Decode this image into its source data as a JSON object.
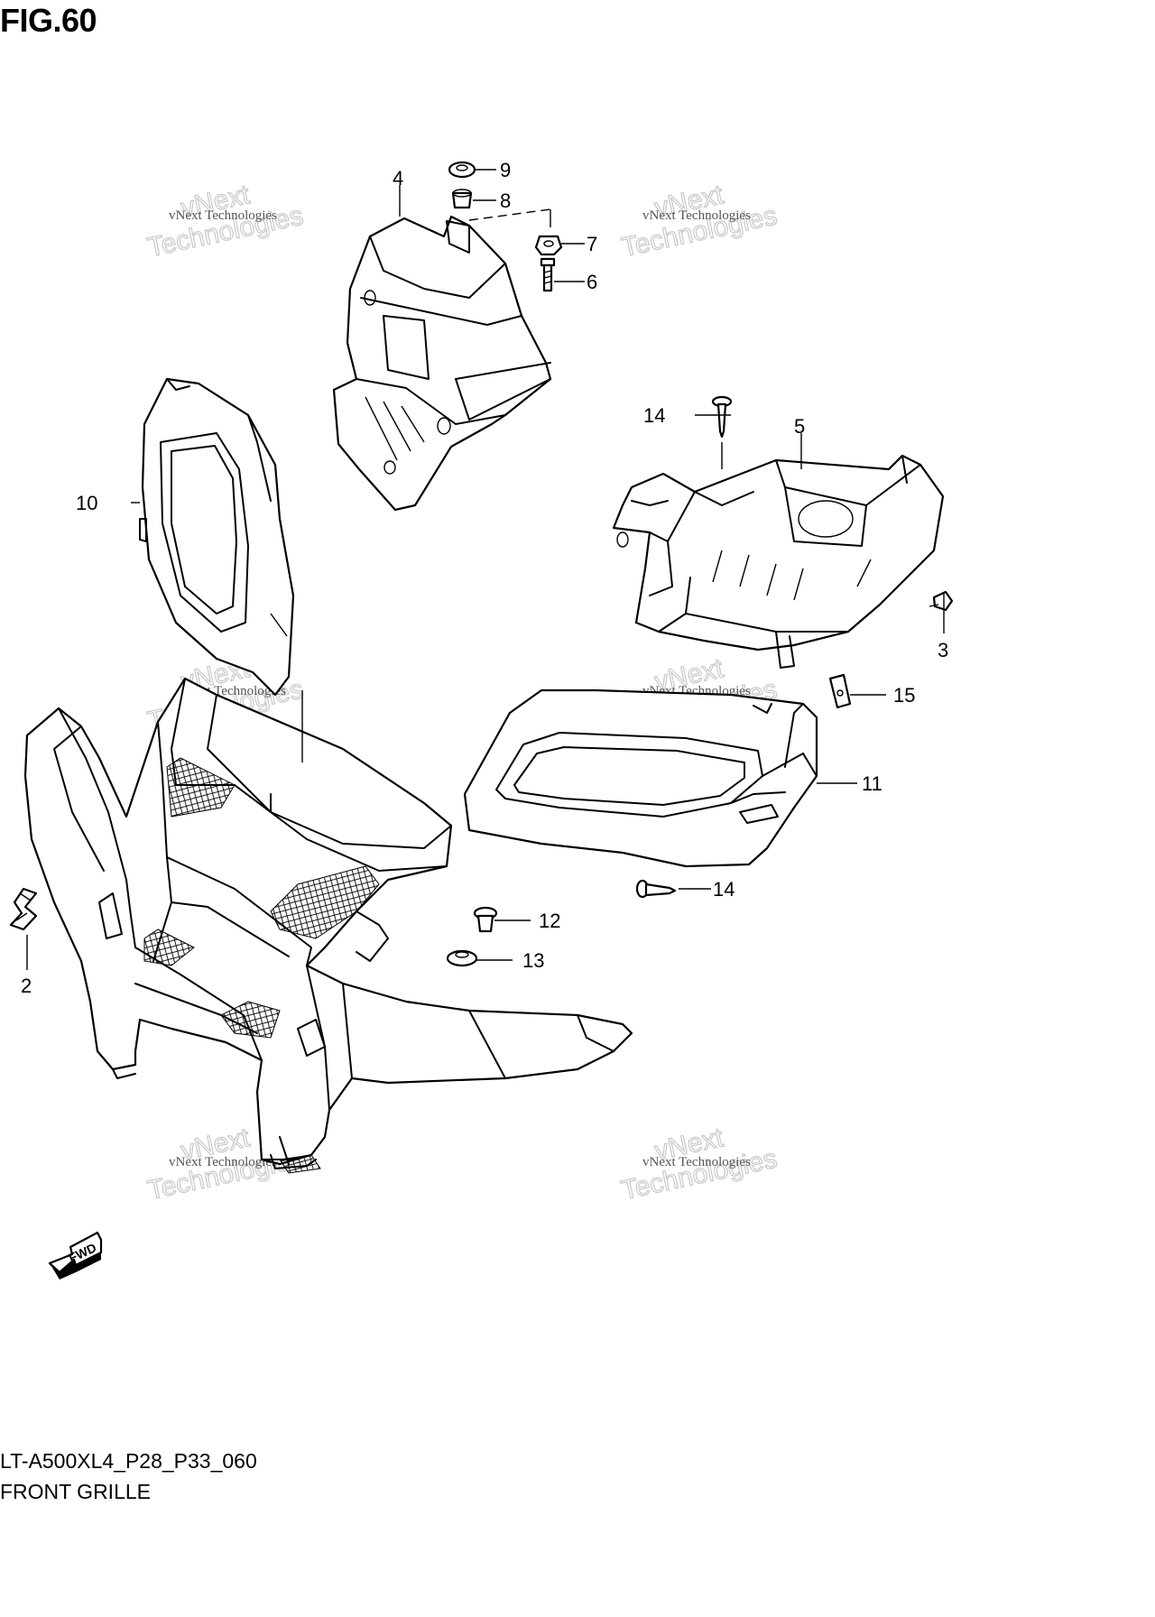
{
  "figure": {
    "title": "FIG.60",
    "model_code": "LT-A500XL4_P28_P33_060",
    "name": "FRONT GRILLE",
    "fwd_label": "FWD"
  },
  "watermark": {
    "line1": "vNext",
    "line2": "vNext Technologies",
    "line3": "Technologies"
  },
  "callouts": [
    "2",
    "3",
    "4",
    "5",
    "6",
    "7",
    "8",
    "9",
    "10",
    "11",
    "12",
    "13",
    "14",
    "14",
    "15"
  ]
}
